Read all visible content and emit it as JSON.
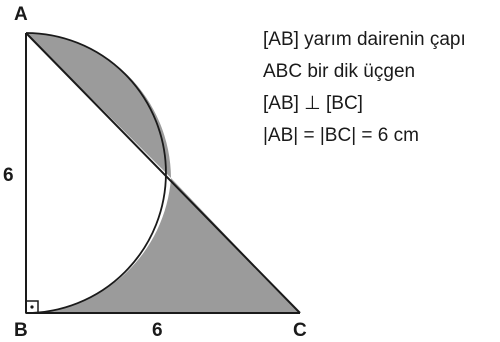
{
  "diagram": {
    "vertex_labels": {
      "a": "A",
      "b": "B",
      "c": "C"
    },
    "side_labels": {
      "ab": "6",
      "bc": "6"
    },
    "colors": {
      "shade": "#9b9b9b",
      "line": "#1a1a1a"
    }
  },
  "info": {
    "lines": [
      "[AB] yarım dairenin çapı",
      "ABC bir dik üçgen",
      "[AB] ⊥ [BC]",
      "|AB| = |BC| = 6 cm"
    ]
  }
}
